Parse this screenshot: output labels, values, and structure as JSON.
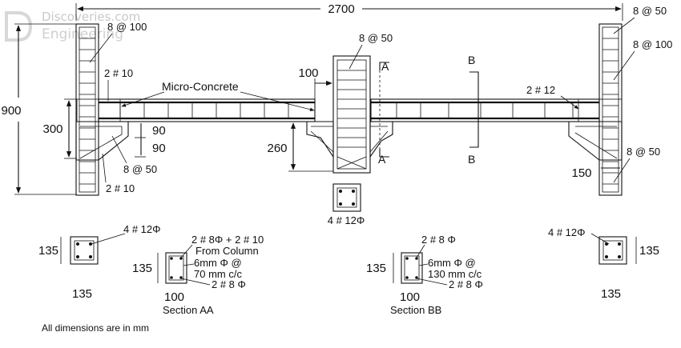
{
  "watermark": {
    "line1": "Discoveries.com",
    "line2": "Engineering"
  },
  "dimensions": {
    "overall_width": "2700",
    "overall_height": "900",
    "beam_depth": "300",
    "top_90": "90",
    "bottom_90": "90",
    "haunch_260": "260",
    "offset_100": "100",
    "jacket_150": "150"
  },
  "labels": {
    "micro_concrete": "Micro-Concrete",
    "col_left_ties": "8 @ 100",
    "col_left_bars": "2 # 10",
    "haunch_left_ties": "8 @ 50",
    "haunch_left_bars": "2 # 10",
    "mid_col_ties": "8 @ 50",
    "beam_right_bars": "2 # 12",
    "right_col_ties_top": "8 @ 50",
    "right_col_ties_mid": "8 @ 100",
    "right_haunch_ties": "8 @ 50",
    "mid_col_section_bars": "4 # 12Φ",
    "section_a": "A",
    "section_b": "B"
  },
  "sections": {
    "left_column": {
      "bars": "4 # 12Φ",
      "height": "135",
      "width": "135"
    },
    "section_aa": {
      "title": "Section AA",
      "top_bars": "2 # 8Φ + 2 # 10",
      "top_bars_note": "From Column",
      "ties_line1": "6mm Φ @",
      "ties_line2": "70 mm c/c",
      "bottom_bars": "2 # 8 Φ",
      "height": "135",
      "width": "100"
    },
    "section_bb": {
      "title": "Section BB",
      "top_bars": "2 # 8 Φ",
      "ties_line1": "6mm Φ @",
      "ties_line2": "130 mm c/c",
      "bottom_bars": "2 # 8 Φ",
      "height": "135",
      "width": "100"
    },
    "right_column": {
      "bars": "4 # 12Φ",
      "height": "135",
      "width": "135"
    }
  },
  "footer_note": "All dimensions are in mm"
}
